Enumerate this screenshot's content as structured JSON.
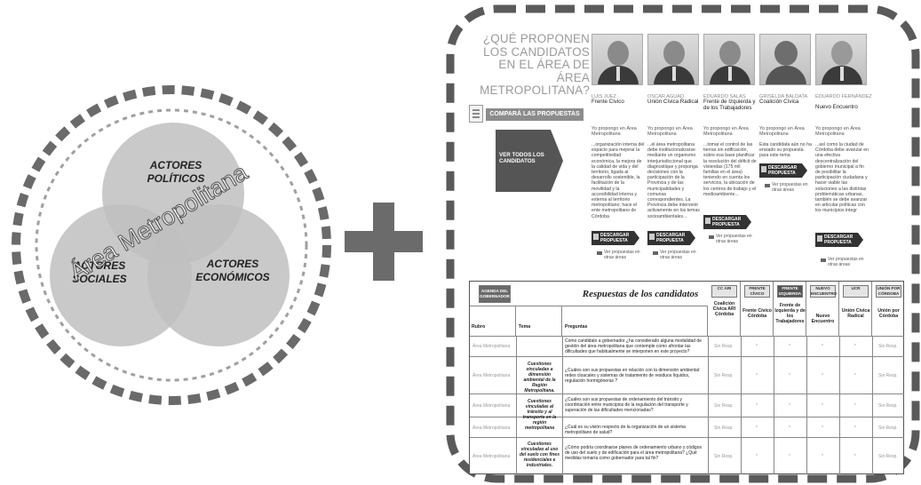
{
  "venn": {
    "ring_label": "Área Metropolitana",
    "circles": [
      {
        "label_line1": "ACTORES",
        "label_line2": "POLÍTICOS"
      },
      {
        "label_line1": "ACTORES",
        "label_line2": "SOCIALES"
      },
      {
        "label_line1": "ACTORES",
        "label_line2": "ECONÓMICOS"
      }
    ]
  },
  "panel": {
    "question_title": "¿QUÉ PROPONEN LOS CANDIDATOS EN EL ÁREA DE ÁREA METROPOLITANA?",
    "compare_label": "COMPARÁ LAS PROPUESTAS",
    "ver_todos": "VER TODOS LOS CANDIDATOS",
    "intro": "Yo propongo en Área Metropolitana",
    "download_label": "DESCARGAR PROPUESTA",
    "ver_propuestas": "Ver propuestas en otras áreas",
    "candidates": [
      {
        "name": "LUIS JUEZ",
        "party": "Frente Cívico",
        "text": "...organización interna del espacio para mejorar la competitividad económica, la mejora de la calidad de vida y del territorio, ligada al desarrollo sostenible, la facilitación de la movilidad y la accesibilidad interna y externa al territorio metropolitano; hace el ente metropolitano de Córdoba"
      },
      {
        "name": "OSCAR AGUAD",
        "party": "Unión Cívica Radical",
        "text": "...el área metropolitana debe institucionalizarse mediante un organismo interjurisdiccional que diagnostique y proponga decisiones con la participación de la Provincia y de las municipalidades y comunas correspondientes. La Provincia debe intervenir activamente en los temas socioambientales..."
      },
      {
        "name": "EDUARDO SALAS",
        "party": "Frente de Izquierda y de los Trabajadores",
        "text": "...tomar el control de las tierras sin edificación, sobre esa base planificar la resolución del déficit de viviendas (175 mil familias en el área) teniendo en cuenta los servicios, la ubicación de los centros de trabajo y el medioambiente..."
      },
      {
        "name": "GRISELDA BALDATA",
        "party": "Coalición Cívica",
        "text": "Esta candidata aún no ha enviado su propuesta para este tema"
      },
      {
        "name": "EDUARDO FERNÁNDEZ",
        "party": "Nuevo Encuentro",
        "text": "...así como la ciudad de Córdoba debe avanzar en una efectiva descentralización del gobierno municipal a fin de posibilitar la participación ciudadana y hacer viable las soluciones a las distintas problemáticas urbanas, también se debe avanzar en articular políticas con los municipios integr"
      }
    ]
  },
  "table": {
    "agenda_logo": "AGENDA DEL GOBERNADOR",
    "title": "Respuestas de los candidatos",
    "col_rubro": "Rubro",
    "col_tema": "Tema",
    "col_preguntas": "Preguntas",
    "party_columns": [
      {
        "logo": "CC ARI",
        "name": "Coalición Cívica ARI Córdoba"
      },
      {
        "logo": "FRENTE CÍVICO",
        "name": "Frente Cívico Córdoba"
      },
      {
        "logo": "FRENTE IZQUIERDA",
        "name": "Frente de Izquierda y de los Trabajadores"
      },
      {
        "logo": "NUEVO ENCUENTRO",
        "name": "Nuevo Encuentro"
      },
      {
        "logo": "UCR",
        "name": "Unión Cívica Radical"
      },
      {
        "logo": "UNIÓN POR CÓRDOBA",
        "name": "Unión por Córdoba"
      }
    ],
    "rows": [
      {
        "rubro": "Área Metropolitana",
        "tema": "",
        "pregunta": "Como candidato a gobernador ¿ha considerado alguna modalidad de gestión del área metropolitana que contemple como afrontar las dificultades que habitualmente se interponen en este proyecto?",
        "cells": [
          "Sin Resp.",
          "*",
          "*",
          "*",
          "*",
          "Sin Resp."
        ]
      },
      {
        "rubro": "Área Metropolitana",
        "tema": "Cuestiones vinculadas a dimensión ambiental de la Región Metropolitana.",
        "pregunta": "¿Cuáles son sus propuestas en relación con la dimensión ambiental: redes cloacales y sistemas de tratamiento de residuos líquidos, regulación hormigóneras ?",
        "cells": [
          "Sin Resp.",
          "*",
          "*",
          "*",
          "*",
          "Sin Resp."
        ]
      },
      {
        "rubro": "Área Metropolitana",
        "tema": "Cuestiones vinculadas al tránsito y al transporte en la región metropolitana",
        "pregunta": "¿Cuáles son sus propuestas de ordenamiento del tránsito y coordinación entre municipios de la regulación del transporte y superación de las dificultades mencionadas?",
        "cells": [
          "Sin Resp.",
          "*",
          "*",
          "*",
          "*",
          "Sin Resp."
        ]
      },
      {
        "rubro": "Área Metropolitana",
        "tema": "",
        "pregunta": "¿Cuál es su visión respecto de la organización de un sistema metropolitano de salud?",
        "cells": [
          "Sin Resp.",
          "*",
          "*",
          "*",
          "*",
          "Sin Resp."
        ]
      },
      {
        "rubro": "Área Metropolitana",
        "tema": "Cuestiones vinculadas al uso del suelo con fines residenciales e industriales.",
        "pregunta": "¿Cómo podría coordinarse planes de ordenamiento urbano y códigos de uso del suelo y de edificación para el área metropolitana? ¿Qué medidas tomaría como gobernador para tal fin?",
        "cells": [
          "Sin Resp.",
          "*",
          "*",
          "*",
          "*",
          "Sin Resp."
        ]
      }
    ]
  }
}
